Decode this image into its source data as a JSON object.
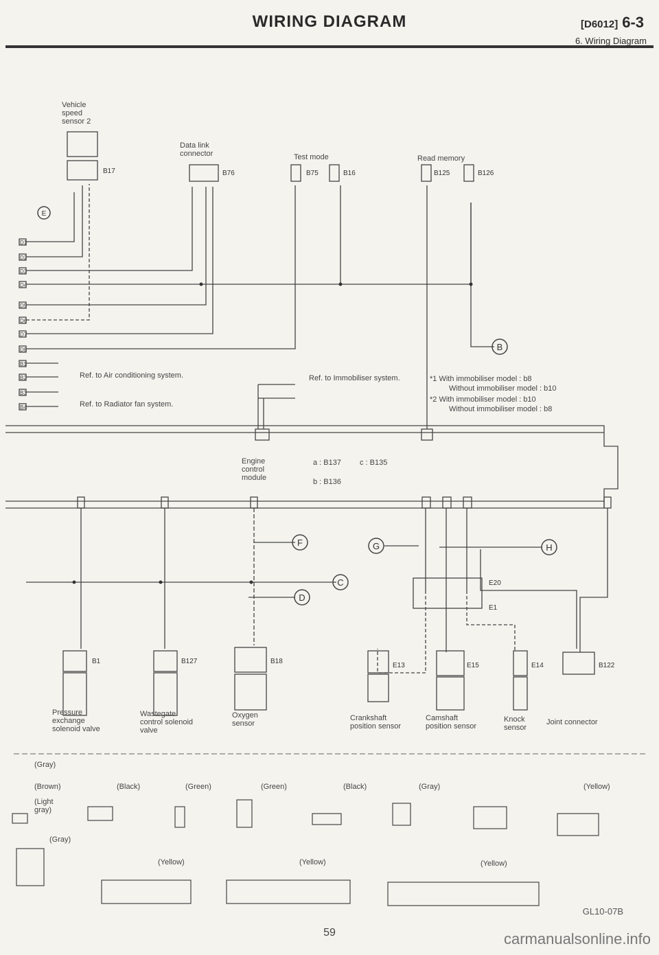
{
  "header": {
    "title": "WIRING DIAGRAM",
    "code": "[D6012]",
    "section": "6-3",
    "subtitle": "6. Wiring Diagram"
  },
  "components": {
    "vehicle_speed_sensor": "Vehicle speed sensor 2",
    "data_link": "Data link connector",
    "test_mode": "Test mode",
    "read_memory": "Read memory",
    "ecm": "Engine control module",
    "pressure_valve": "Pressure exchange solenoid valve",
    "wastegate": "Wastegate control solenoid valve",
    "oxygen": "Oxygen sensor",
    "crankshaft": "Crankshaft position sensor",
    "camshaft": "Camshaft position sensor",
    "knock": "Knock sensor",
    "joint": "Joint connector"
  },
  "ecm_connectors": {
    "a": "a : B137",
    "b": "b : B136",
    "c": "c : B135"
  },
  "refs": {
    "air_cond": "Ref. to Air conditioning system.",
    "radiator": "Ref. to Radiator fan system.",
    "immobiliser": "Ref. to Immobiliser system."
  },
  "notes": {
    "n1a": "*1 With immobiliser model : b8",
    "n1b": "Without immobiliser model : b10",
    "n2a": "*2 With immobiliser model : b10",
    "n2b": "Without immobiliser model : b8"
  },
  "connector_ids": {
    "vss": "B17",
    "dlc": "B76",
    "tm1": "B75",
    "tm2": "B16",
    "rm1": "B125",
    "rm2": "B126",
    "pv": "B1",
    "wg": "B127",
    "ox": "B18",
    "crank": "E13",
    "cam": "E15",
    "knock": "E14",
    "joint": "B122",
    "e20": "E20",
    "e1": "E1"
  },
  "side_labels": [
    "D1",
    "D2",
    "D3",
    "D4",
    "D5",
    "D6",
    "D7",
    "D8",
    "B1",
    "B2",
    "B3",
    "B4"
  ],
  "bubbles": {
    "B": "B",
    "C": "C",
    "D": "D",
    "E": "E",
    "F": "F",
    "G": "G",
    "H": "H"
  },
  "legend": {
    "e16": "(Gray)",
    "b1": "(Brown)",
    "b127": "(Black)",
    "b75": "(Green)",
    "b76": "(Green)",
    "b17": "(Black)",
    "b18": "(Gray)",
    "b139": "(Yellow)",
    "e15": "(Light gray)",
    "e1": "(Gray)",
    "b135": "(Yellow)",
    "b136": "(Yellow)",
    "b137": "(Yellow)"
  },
  "footer": {
    "code": "GL10-07B",
    "page": "59",
    "site": "carmanualsonline.info"
  }
}
